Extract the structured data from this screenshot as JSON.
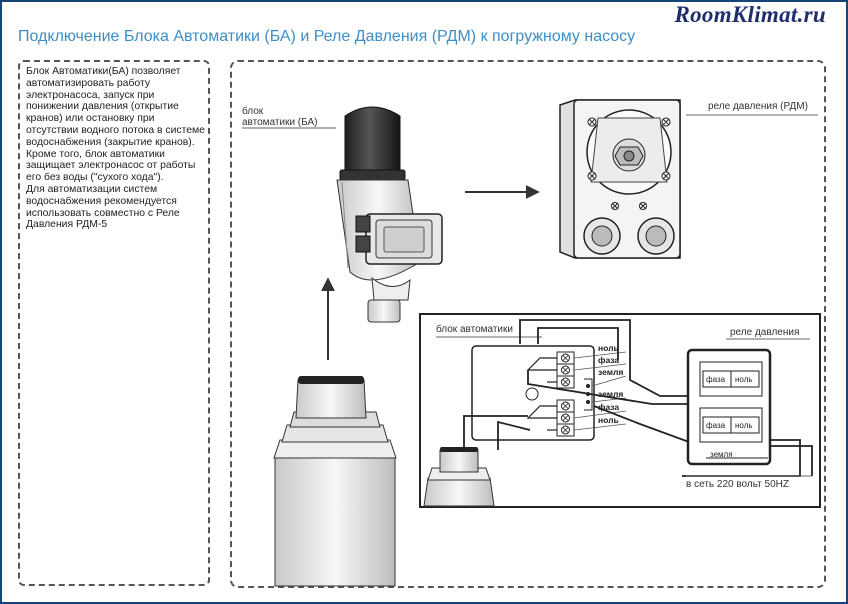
{
  "site_logo": "RoomKlimat.ru",
  "title": "Подключение Блока Автоматики (БА) и Реле Давления (РДМ) к погружному насосу",
  "description": {
    "paragraph1": "Блок Автоматики(БА)  позволяет автоматизировать работу электронасоса, запуск при понижении давления (открытие кранов) или остановку при отсутствии водного потока в системе водоснабжения (закрытие кранов). Кроме того, блок автоматики  защищает электронасос от работы его без воды (\"сухого хода\").",
    "paragraph2": "Для автоматизации систем водоснабжения рекомендуется использовать совместно с Реле Давления РДМ-5"
  },
  "labels": {
    "block_label_line1": "блок",
    "block_label_line2": "автоматики (БА)",
    "relay_label": "реле давления (РДМ)",
    "wiring_block_label": "блок автоматики",
    "wiring_relay_label": "реле давления",
    "mains_label": "в сеть 220 вольт 50HZ"
  },
  "terminals": {
    "t1": "ноль",
    "t2": "фаза",
    "t3": "земля",
    "t4": "земля",
    "t5": "фаза",
    "t6": "ноль"
  },
  "relay_terminals": {
    "top_phase": "фаза",
    "top_zero": "ноль",
    "bottom_phase": "фаза",
    "bottom_zero": "ноль",
    "ground": "земля"
  },
  "colors": {
    "frame": "#14447a",
    "title": "#3d8ec6",
    "logo": "#1d2d6e",
    "line": "#222222"
  }
}
